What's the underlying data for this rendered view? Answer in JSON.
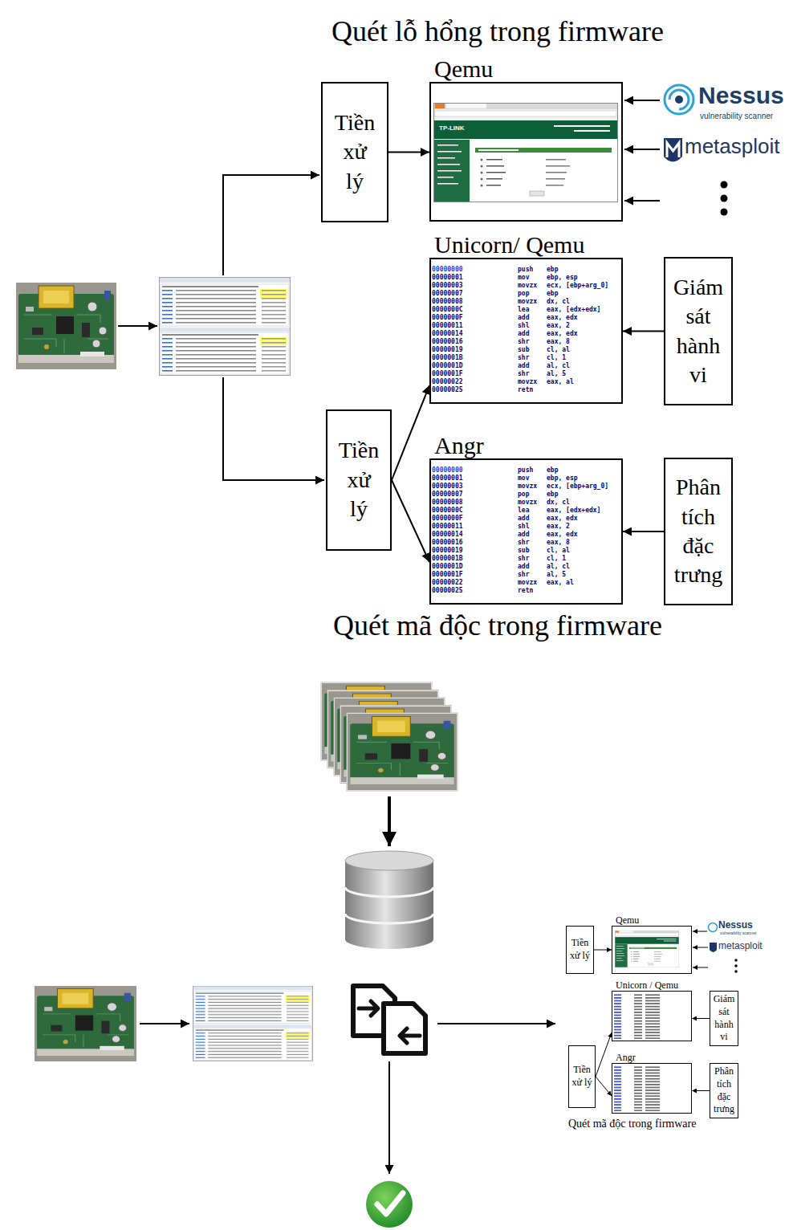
{
  "diagram": {
    "title": "Quét lỗ hổng trong firmware",
    "caption": "Quét mã độc trong firmware",
    "nodes": [
      {
        "text": [
          "Tiền xử lý"
        ]
      },
      {
        "text": [
          "Qemu"
        ]
      },
      {
        "text": [
          "Unicorn/ Qemu"
        ]
      },
      {
        "text": [
          "Giám sát hành vi"
        ]
      },
      {
        "text": [
          "Tiền xử lý"
        ]
      },
      {
        "text": [
          "Angr"
        ]
      },
      {
        "text": [
          "Phân tích đặc trưng"
        ]
      },
      {
        "text": [
          "Tiền xử lý"
        ]
      },
      {
        "text": [
          "Qemu"
        ]
      },
      {
        "text": [
          "Unicorn / Qemu"
        ]
      },
      {
        "text": [
          "Giám sát hành vi"
        ]
      },
      {
        "text": [
          "Tiền xử lý"
        ]
      },
      {
        "text": [
          "Angr"
        ]
      },
      {
        "text": [
          "Phân tích đặc trưng"
        ]
      }
    ],
    "edges": [
      {
        "from": 0,
        "to": 1,
        "arrow": "to"
      },
      {
        "from": 4,
        "to": 2,
        "arrow": "to"
      },
      {
        "from": 4,
        "to": 5,
        "arrow": "to"
      },
      {
        "from": 3,
        "to": 2,
        "arrow": "to"
      },
      {
        "from": 6,
        "to": 5,
        "arrow": "to"
      },
      {
        "from": 7,
        "to": 8,
        "arrow": "to"
      },
      {
        "from": 11,
        "to": 9,
        "arrow": "to"
      },
      {
        "from": 11,
        "to": 12,
        "arrow": "to"
      },
      {
        "from": 10,
        "to": 9,
        "arrow": "to"
      },
      {
        "from": 13,
        "to": 12,
        "arrow": "to"
      }
    ],
    "labels": [
      "TP-LINK",
      "Nessus",
      "vulnerability scanner",
      "metasploit",
      "00000000",
      "push",
      "ebp",
      "00000001",
      "mov",
      "ebp, esp",
      "00000003",
      "movzx",
      "ecx, [ebp+arg_0]",
      "00000007",
      "pop",
      "ebp",
      "00000008",
      "movzx",
      "dx, cl",
      "0000000C",
      "lea",
      "eax, [edx+edx]",
      "0000000F",
      "add",
      "eax, edx",
      "00000011",
      "shl",
      "eax, 2",
      "00000014",
      "add",
      "eax, edx",
      "00000016",
      "shr",
      "eax, 8",
      "00000019",
      "sub",
      "cl, al",
      "0000001B",
      "shr",
      "cl, 1",
      "0000001D",
      "add",
      "al, cl",
      "0000001F",
      "shr",
      "al, 5",
      "00000022",
      "movzx",
      "eax, al",
      "00000025",
      "retn",
      "00000000",
      "push",
      "ebp",
      "00000001",
      "mov",
      "ebp, esp",
      "00000003",
      "movzx",
      "ecx, [ebp+arg_0]",
      "00000007",
      "pop",
      "ebp",
      "00000008",
      "movzx",
      "dx, cl",
      "0000000C",
      "lea",
      "eax, [edx+edx]",
      "0000000F",
      "add",
      "eax, edx",
      "00000011",
      "shl",
      "eax, 2",
      "00000014",
      "add",
      "eax, edx",
      "00000016",
      "shr",
      "eax, 8",
      "00000019",
      "sub",
      "cl, al",
      "0000001B",
      "shr",
      "cl, 1",
      "0000001D",
      "add",
      "al, cl",
      "0000001F",
      "shr",
      "al, 5",
      "00000022",
      "movzx",
      "eax, al",
      "00000025",
      "retn",
      "Nessus",
      "vulnerability scanner",
      "metasploit",
      "Quét mã độc trong firmware"
    ]
  }
}
